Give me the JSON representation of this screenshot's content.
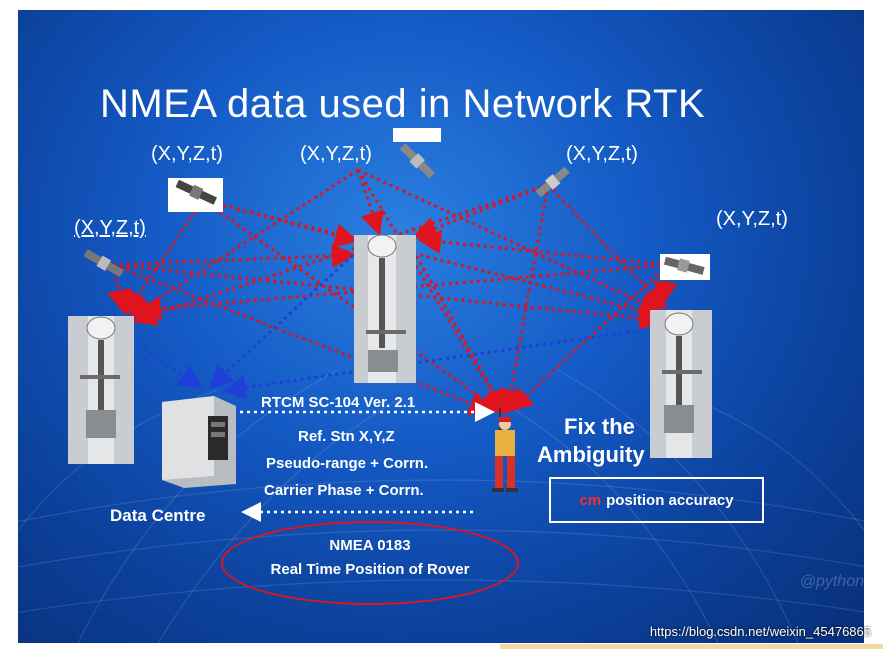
{
  "slide": {
    "title": "NMEA data used in Network RTK",
    "coords": [
      "(X,Y,Z,t)",
      "(X,Y,Z,t)",
      "(X,Y,Z,t)",
      "(X,Y,Z,t)",
      "(X,Y,Z,t)"
    ],
    "messages": {
      "line1": "RTCM SC-104 Ver. 2.1",
      "line2": "Ref. Stn X,Y,Z",
      "line3": "Pseudo-range + Corrn.",
      "line4": "Carrier Phase  + Corrn."
    },
    "data_centre": "Data Centre",
    "fix_line1": "Fix the",
    "fix_line2": "Ambiguity",
    "accuracy_cm": "cm",
    "accuracy_rest": "position accuracy",
    "nmea_line1": "NMEA 0183",
    "nmea_line2": "Real Time Position of Rover",
    "watermark_url": "https://blog.csdn.net/weixin_45476865",
    "watermark_handle": "@python"
  },
  "colors": {
    "background": "#1459c4",
    "satellite_links": "#e0141c",
    "data_links": "#1f3fd9",
    "accent_red": "#ff2a2a"
  },
  "icons": [
    "satellite-icon",
    "gnss-reference-station",
    "computer-tower-icon",
    "surveyor-rover-icon"
  ]
}
